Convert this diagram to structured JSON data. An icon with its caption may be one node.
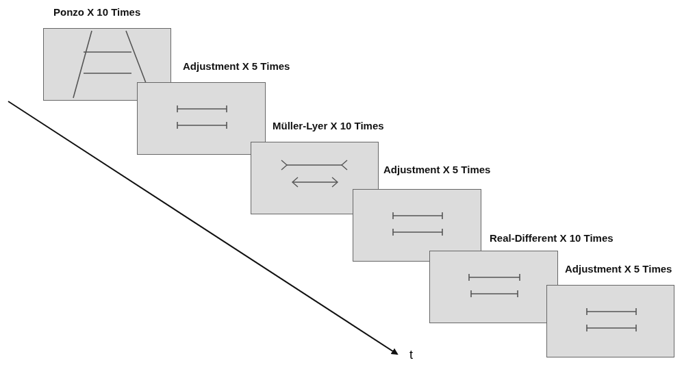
{
  "diagram": {
    "nodes": [
      {
        "text": [
          "Ponzo X 10 Times"
        ]
      },
      {
        "text": [
          "Adjustment X 5 Times"
        ]
      },
      {
        "text": [
          "Müller-Lyer X 10 Times"
        ]
      },
      {
        "text": [
          "Adjustment X 5 Times"
        ]
      },
      {
        "text": [
          "Real-Different X 10 Times"
        ]
      },
      {
        "text": [
          "Adjustment X 5 Times"
        ]
      }
    ],
    "edges": [],
    "labels": [
      "t"
    ]
  }
}
